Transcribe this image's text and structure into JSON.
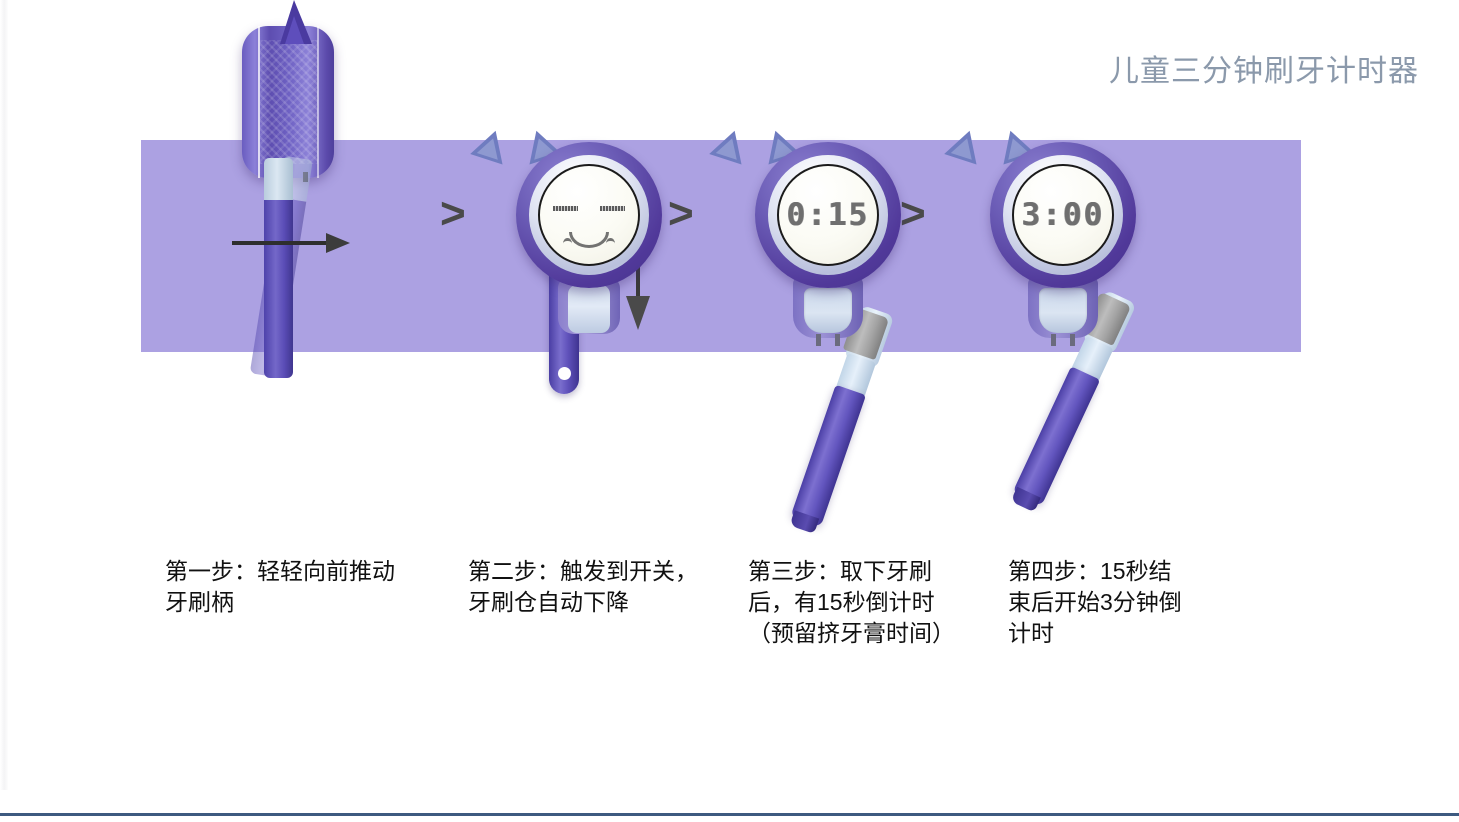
{
  "page": {
    "title": "儿童三分钟刷牙计时器"
  },
  "separators": {
    "chevron": ">"
  },
  "steps": [
    {
      "id": "step-1",
      "caption": "第一步：轻轻向前推动\n牙刷柄",
      "art": "side-view-device-push",
      "arrow": "arrow-right",
      "display": ""
    },
    {
      "id": "step-2",
      "caption": "第二步：触发到开关，\n牙刷仓自动下降",
      "art": "cat-timer-sleeping-face",
      "arrow": "arrow-down",
      "display": "sleeping-face"
    },
    {
      "id": "step-3",
      "caption": "第三步：取下牙刷\n后，有15秒倒计时\n（预留挤牙膏时间）",
      "art": "cat-timer-with-brush",
      "arrow": "",
      "display": "0:15"
    },
    {
      "id": "step-4",
      "caption": "第四步：15秒结\n束后开始3分钟倒\n计时",
      "art": "cat-timer-with-brush",
      "arrow": "",
      "display": "3:00"
    }
  ],
  "colors": {
    "band": "#aca1e2",
    "title": "#8b99ab",
    "device_purple": "#5b4aab",
    "accent_light_blue": "#cddcec",
    "chevron": "#4a4a4a",
    "footer_rule": "#3d5a80",
    "lcd_text": "#6f6f6f"
  }
}
